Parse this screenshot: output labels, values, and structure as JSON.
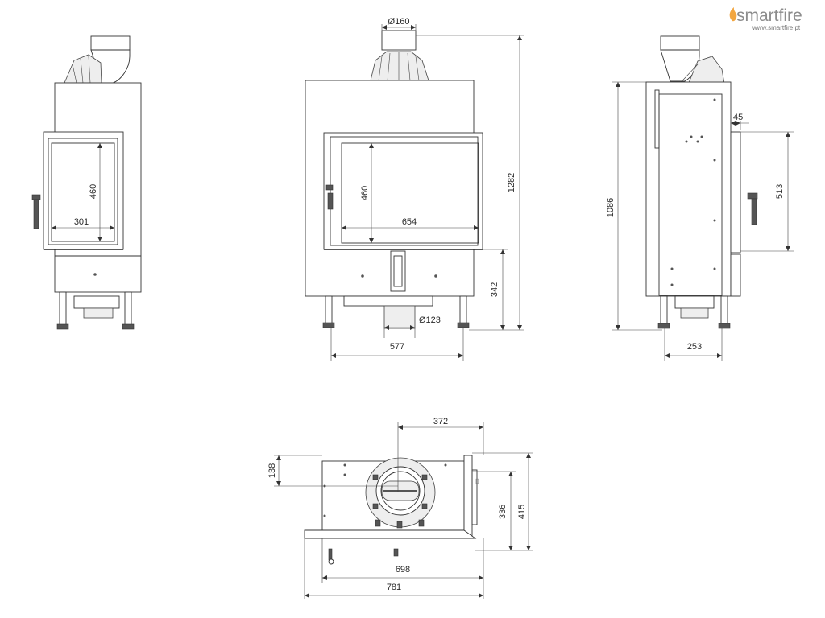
{
  "brand": {
    "name": "smartfire",
    "url": "www.smartfire.pt",
    "flame_color": "#f2a640"
  },
  "dimensions": {
    "flue_diameter_top": "Ø160",
    "glass_height_left": "460",
    "glass_width_left": "301",
    "glass_height_front": "460",
    "glass_width_front": "654",
    "total_height": "1282",
    "base_to_door": "342",
    "air_inlet_diameter": "Ø123",
    "front_width": "577",
    "side_offset": "45",
    "side_door_height": "513",
    "side_body_height": "1086",
    "side_depth": "253",
    "top_depth_to_flue": "372",
    "top_flue_offset": "138",
    "top_body_depth": "336",
    "top_total_depth": "415",
    "top_body_width": "698",
    "top_total_width": "781"
  }
}
